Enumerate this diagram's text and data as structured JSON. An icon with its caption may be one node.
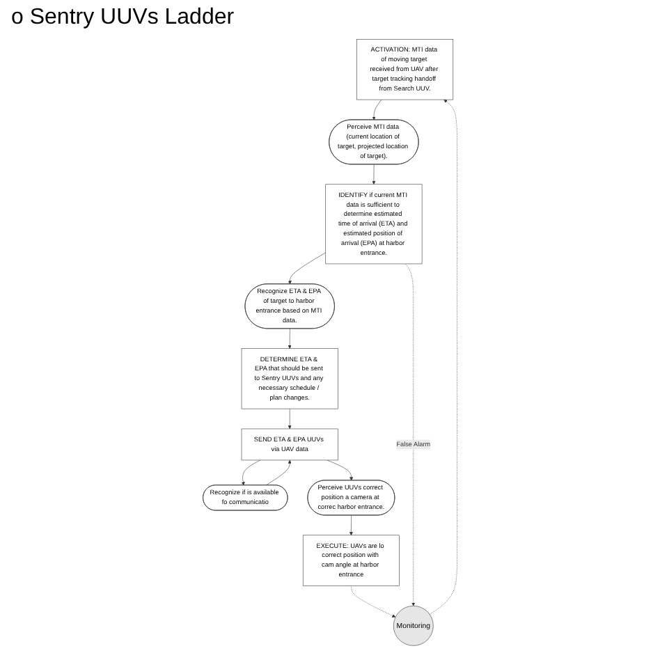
{
  "diagram": {
    "title": "o Sentry UUVs Ladder",
    "nodes": [
      {
        "text": [
          "ACTIVATION: MTI data of moving target received from UAV after target tracking handoff from Search UUV."
        ]
      },
      {
        "text": [
          "Perceive MTI data (current location of target, projected location of target)."
        ]
      },
      {
        "text": [
          "IDENTIFY if current MTI data is sufficient to determine estimated time of arrival (ETA) and estimated position of arrival (EPA) at harbor entrance."
        ]
      },
      {
        "text": [
          "Recognize ETA & EPA of target to harbor entrance based on MTI data."
        ]
      },
      {
        "text": [
          "DETERMINE ETA & EPA that should be sent to Sentry UUVs and any necessary schedule / plan changes."
        ]
      },
      {
        "text": [
          "SEND ETA & EPA UUVs via UAV data"
        ]
      },
      {
        "text": [
          "Recognize if is available fo communicatio"
        ]
      },
      {
        "text": [
          "Perceive UUVs correct position a camera at correc harbor entrance."
        ]
      },
      {
        "text": [
          "EXECUTE: UAVs are lo correct position with cam angle at harbor entrance"
        ]
      },
      {
        "text": [
          "Monitoring"
        ]
      }
    ],
    "edges": [
      {
        "from": 0,
        "to": 1,
        "arrow": "to"
      },
      {
        "from": 1,
        "to": 2,
        "arrow": "to"
      },
      {
        "from": 2,
        "to": 3,
        "arrow": "to"
      },
      {
        "from": 3,
        "to": 4,
        "arrow": "to"
      },
      {
        "from": 4,
        "to": 5,
        "arrow": "to"
      },
      {
        "from": 5,
        "to": 6,
        "arrow": "to"
      },
      {
        "from": 6,
        "to": 5,
        "arrow": "to"
      },
      {
        "from": 5,
        "to": 7,
        "arrow": "to"
      },
      {
        "from": 7,
        "to": 8,
        "arrow": "to"
      },
      {
        "from": 8,
        "to": 9,
        "arrow": "to",
        "style": "dashed"
      },
      {
        "from": 9,
        "to": 0,
        "arrow": "to",
        "style": "dashed"
      },
      {
        "from": 2,
        "to": 9,
        "arrow": "to",
        "style": "dashed",
        "label": "False Alarm"
      }
    ]
  }
}
